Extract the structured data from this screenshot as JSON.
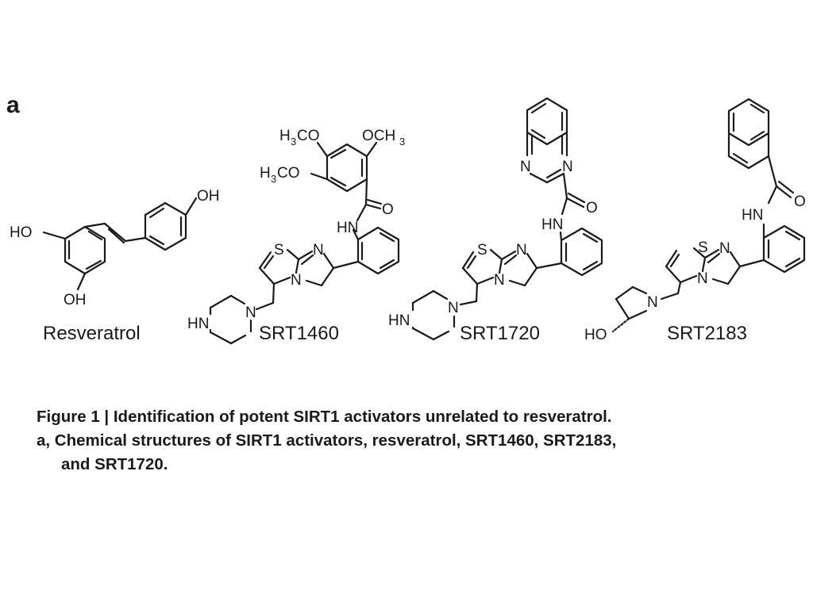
{
  "panel_label": "a",
  "labels": {
    "ho": "HO",
    "oh": "OH",
    "ome": "OCH",
    "meo_h": "H",
    "meo_tail": "CO",
    "three": "3",
    "o": "O",
    "hn": "HN",
    "n": "N",
    "s": "S"
  },
  "compounds": [
    {
      "name": "Resveratrol"
    },
    {
      "name": "SRT1460"
    },
    {
      "name": "SRT1720"
    },
    {
      "name": "SRT2183"
    }
  ],
  "caption": {
    "line1": "Figure 1 | Identification of potent SIRT1 activators unrelated to resveratrol.",
    "line2": "a, Chemical structures of SIRT1 activators, resveratrol, SRT1460, SRT2183,",
    "line3": "and SRT1720."
  }
}
